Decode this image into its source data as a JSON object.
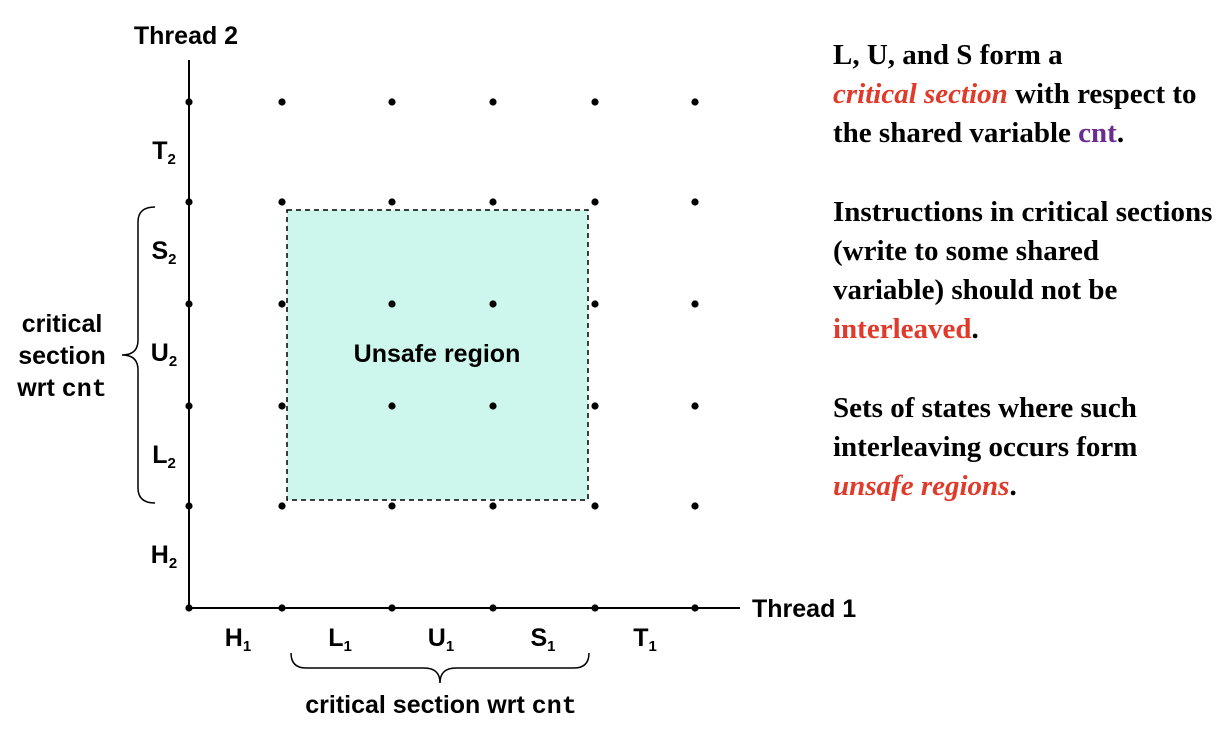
{
  "axes": {
    "x_title": "Thread 1",
    "y_title": "Thread 2",
    "x_labels": [
      {
        "base": "H",
        "sub": "1"
      },
      {
        "base": "L",
        "sub": "1"
      },
      {
        "base": "U",
        "sub": "1"
      },
      {
        "base": "S",
        "sub": "1"
      },
      {
        "base": "T",
        "sub": "1"
      }
    ],
    "y_labels": [
      {
        "base": "H",
        "sub": "2"
      },
      {
        "base": "L",
        "sub": "2"
      },
      {
        "base": "U",
        "sub": "2"
      },
      {
        "base": "S",
        "sub": "2"
      },
      {
        "base": "T",
        "sub": "2"
      }
    ]
  },
  "region": {
    "label": "Unsafe region",
    "fill": "#cdf7ec"
  },
  "brace_x": {
    "text": "critical section wrt ",
    "code": "cnt"
  },
  "brace_y": {
    "line1": "critical",
    "line2": "section",
    "line3": "wrt ",
    "code": "cnt"
  },
  "notes": {
    "p1": {
      "a": "L, U, and S form a",
      "em": "critical section",
      "b": " with respect to the shared variable ",
      "var": "cnt",
      "c": "."
    },
    "p2": {
      "a": "Instructions in critical sections (write to some shared variable) should not be ",
      "em": "interleaved",
      "b": "."
    },
    "p3": {
      "a": "Sets of states where such interleaving occurs form ",
      "em": "unsafe regions",
      "b": "."
    }
  },
  "colors": {
    "red": "#e03a2b",
    "purple": "#6a2c91",
    "region": "#cdf7ec"
  }
}
